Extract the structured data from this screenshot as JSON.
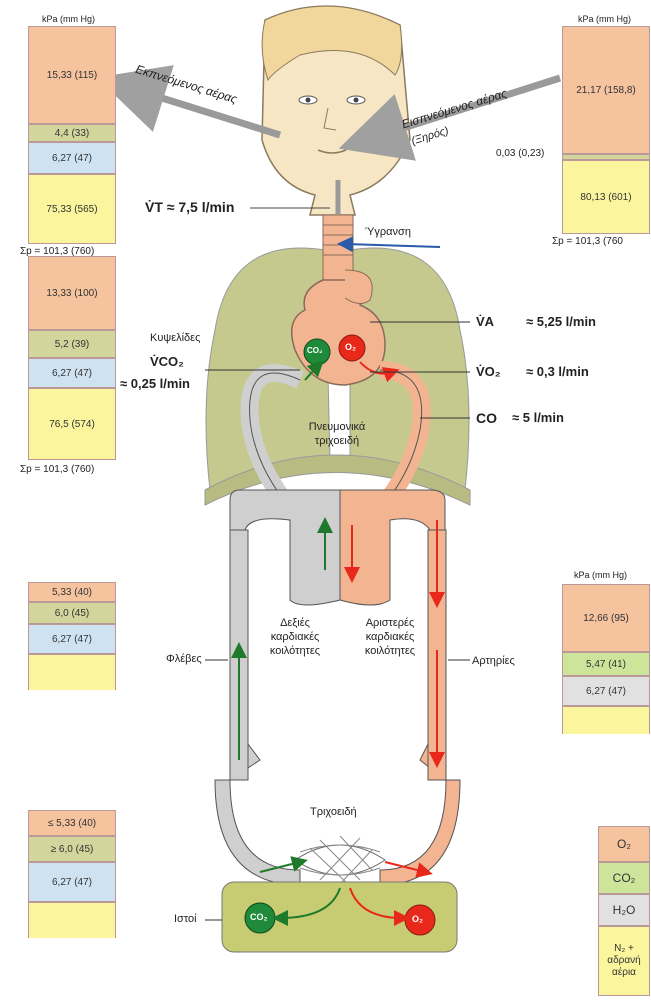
{
  "colors": {
    "o2_peach": "#f6c39f",
    "co2_olive": "#d3d69c",
    "h2o_blue": "#cfe2f1",
    "n2_yellow": "#fbf59d",
    "lung_khaki": "#c6c98e",
    "venous_grey": "#cfcfcf",
    "arterial_salmon": "#f3b591",
    "red_arrow": "#e8281a",
    "green_arrow": "#1e7a2a",
    "tissue": "#c7cc72",
    "skin": "#f7e6c3"
  },
  "units": {
    "kpa_mmhg": "kPa",
    "mmhg_small": "(mm Hg)",
    "mmhg_small_alt": "(mm Hg)"
  },
  "boxes": {
    "expired": {
      "o2": "15,33 (115)",
      "co2": "4,4 (33)",
      "h2o": "6,27 (47)",
      "n2": "75,33 (565)",
      "sum": "Σp = 101,3 (760)"
    },
    "inspired": {
      "o2": "21,17 (158,8)",
      "co2": "0,03 (0,23)",
      "n2": "80,13 (601)",
      "sum": "Σp = 101,3 (760"
    },
    "alveolar": {
      "o2": "13,33 (100)",
      "co2": "5,2 (39)",
      "h2o": "6,27 (47)",
      "n2": "76,5 (574)",
      "sum": "Σp = 101,3 (760)"
    },
    "venous": {
      "o2": "5,33 (40)",
      "co2": "6,0 (45)",
      "h2o": "6,27 (47)"
    },
    "arterial": {
      "o2": "12,66 (95)",
      "co2": "5,47 (41)",
      "h2o": "6,27 (47)"
    },
    "tissue": {
      "o2": "≤ 5,33 (40)",
      "co2": "≥ 6,0 (45)",
      "h2o": "6,27 (47)"
    }
  },
  "legend": {
    "o2": "O₂",
    "co2": "CO₂",
    "h2o": "H₂O",
    "n2": "N₂ + αδρανή αέρια"
  },
  "labels": {
    "expired_air": "Εκπνεόμενος αέρας",
    "inspired_air": "Εισπνεόμενος αέρας",
    "dry": "(Ξηρός)",
    "tidal": "V̇T ≈ 7,5 l/min",
    "humidification": "Ύγρανση",
    "alveoli": "Κυψελίδες",
    "vco2": "V̇CO₂",
    "vco2_value": "≈ 0,25 l/min",
    "va": "V̇A",
    "va_value": "≈ 5,25 l/min",
    "vo2": "V̇O₂",
    "vo2_value": "≈ 0,3 l/min",
    "co": "CO",
    "co_value": "≈ 5 l/min",
    "pulmonary_capillaries": "Πνευμονικά τριχοειδή",
    "right_heart": "Δεξιές καρδιακές κοιλότητες",
    "left_heart": "Αριστερές καρδιακές κοιλότητες",
    "veins": "Φλέβες",
    "arteries": "Αρτηρίες",
    "capillaries": "Τριχοειδή",
    "tissues": "Ιστοί",
    "co2_bubble": "CO₂",
    "o2_bubble": "O₂"
  }
}
